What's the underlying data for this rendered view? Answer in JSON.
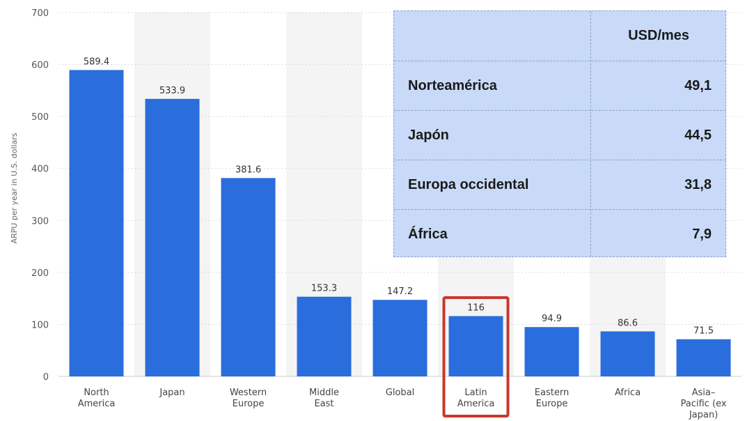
{
  "chart_data": {
    "type": "bar",
    "categories": [
      [
        "North",
        "America"
      ],
      [
        "Japan"
      ],
      [
        "Western",
        "Europe"
      ],
      [
        "Middle",
        "East"
      ],
      [
        "Global"
      ],
      [
        "Latin",
        "America"
      ],
      [
        "Eastern",
        "Europe"
      ],
      [
        "Africa"
      ],
      [
        "Asia–",
        "Pacific (ex",
        "Japan)"
      ]
    ],
    "values": [
      589.4,
      533.9,
      381.6,
      153.3,
      147.2,
      116,
      94.9,
      86.6,
      71.5
    ],
    "value_labels": [
      "589.4",
      "533.9",
      "381.6",
      "153.3",
      "147.2",
      "116",
      "94.9",
      "86.6",
      "71.5"
    ],
    "ylabel": "ARPU per year in U.S. dollars",
    "ylim": [
      0,
      700
    ],
    "yticks": [
      0,
      100,
      200,
      300,
      400,
      500,
      600,
      700
    ],
    "grid": true,
    "bar_color": "#2a6ddc",
    "highlight_category_index": 5,
    "highlight_color": "#c8372d"
  },
  "table": {
    "header": "USD/mes",
    "rows": [
      {
        "region": "Norteamérica",
        "value": "49,1"
      },
      {
        "region": "Japón",
        "value": "44,5"
      },
      {
        "region": "Europa occidental",
        "value": "31,8"
      },
      {
        "region": "África",
        "value": "7,9"
      }
    ]
  }
}
